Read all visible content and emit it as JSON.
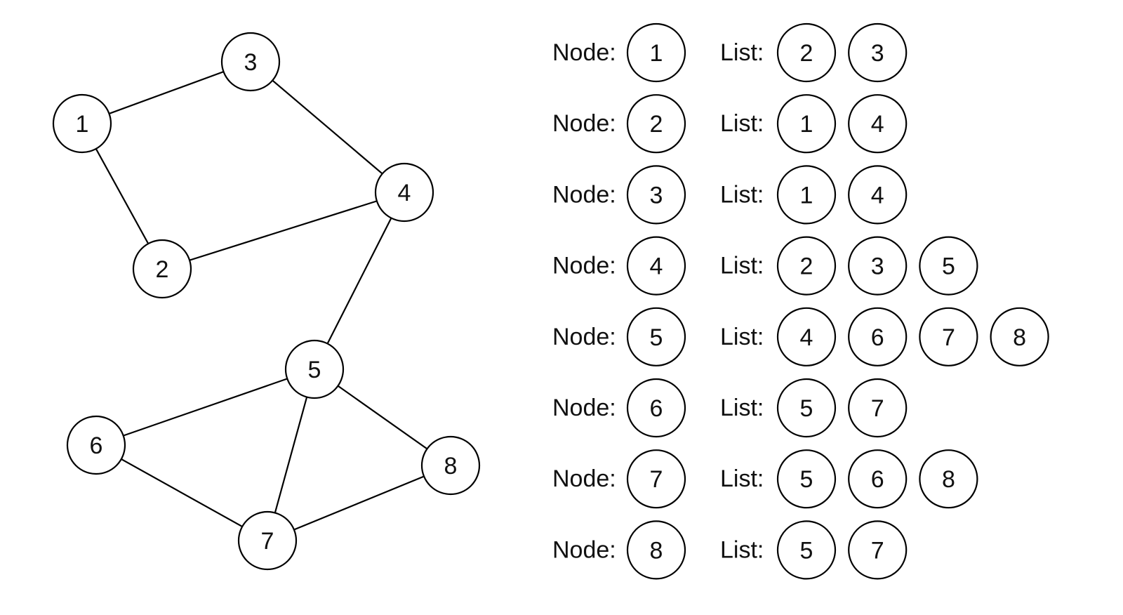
{
  "graph": {
    "nodes": [
      {
        "id": "1",
        "label": "1"
      },
      {
        "id": "2",
        "label": "2"
      },
      {
        "id": "3",
        "label": "3"
      },
      {
        "id": "4",
        "label": "4"
      },
      {
        "id": "5",
        "label": "5"
      },
      {
        "id": "6",
        "label": "6"
      },
      {
        "id": "7",
        "label": "7"
      },
      {
        "id": "8",
        "label": "8"
      }
    ],
    "edges": [
      [
        "1",
        "3"
      ],
      [
        "1",
        "2"
      ],
      [
        "3",
        "4"
      ],
      [
        "2",
        "4"
      ],
      [
        "4",
        "5"
      ],
      [
        "5",
        "6"
      ],
      [
        "5",
        "7"
      ],
      [
        "5",
        "8"
      ],
      [
        "6",
        "7"
      ],
      [
        "7",
        "8"
      ]
    ]
  },
  "adjacency": {
    "node_label": "Node:",
    "list_label": "List:",
    "rows": [
      {
        "node": "1",
        "list": [
          "2",
          "3"
        ]
      },
      {
        "node": "2",
        "list": [
          "1",
          "4"
        ]
      },
      {
        "node": "3",
        "list": [
          "1",
          "4"
        ]
      },
      {
        "node": "4",
        "list": [
          "2",
          "3",
          "5"
        ]
      },
      {
        "node": "5",
        "list": [
          "4",
          "6",
          "7",
          "8"
        ]
      },
      {
        "node": "6",
        "list": [
          "5",
          "7"
        ]
      },
      {
        "node": "7",
        "list": [
          "5",
          "6",
          "8"
        ]
      },
      {
        "node": "8",
        "list": [
          "5",
          "7"
        ]
      }
    ]
  }
}
